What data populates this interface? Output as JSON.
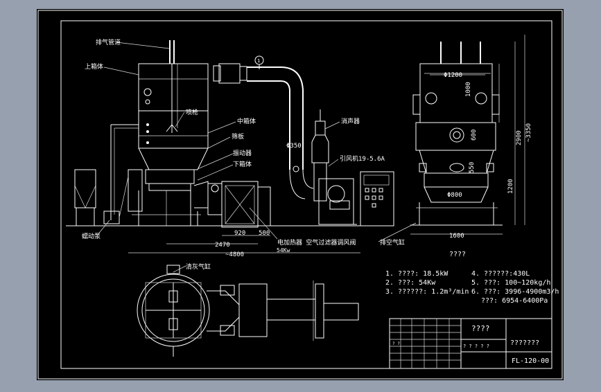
{
  "colors": {
    "background": "#96a0ae",
    "sheet": "#000000",
    "line": "#ffffff"
  },
  "callouts": {
    "top_exhaust": "排气管道",
    "upper_body": "上箱体",
    "spray_gun": "喷枪",
    "middle_body": "中箱体",
    "bed_plate": "筛板",
    "vibrator": "振动器",
    "lower_body": "下箱体",
    "silencer": "消声器",
    "fan": "引风机19-5.6A",
    "heater_filter": "电加热器  空气过滤器调风阀",
    "pump": "蠕动泵",
    "exhaust_valve": "排空气缸",
    "bag_cylinder": "清灰气缸",
    "circle_number": "1"
  },
  "dimensions": {
    "pipe_dia": "Φ350",
    "top_width": "Φ1200",
    "bed_dia": "Φ800",
    "h_1000": "1000",
    "h_600": "600",
    "h_550": "550",
    "h_1200": "1200",
    "h_2900": "2900",
    "h_3350": "~3350",
    "w_1600": "1600",
    "w_920": "920",
    "w_500": "500",
    "w_2470": "2470",
    "w_4800": "~4800",
    "power_label": "54Kw"
  },
  "specs": {
    "heading": "????",
    "items": [
      "1. ????: 18.5kW",
      "2. ???: 54Kw",
      "3. ??????: 1.2m³/min",
      "4. ??????:430L",
      "5. ???: 100~120kg/h",
      "6. ???: 3996-4900m3/h",
      "???: 6954-6400Pa"
    ]
  },
  "title_block": {
    "name": "????",
    "org": "???????",
    "drawing_no": "FL-120-00",
    "row_mark": "? ?",
    "sign_row": "? ? ? ? ?"
  }
}
